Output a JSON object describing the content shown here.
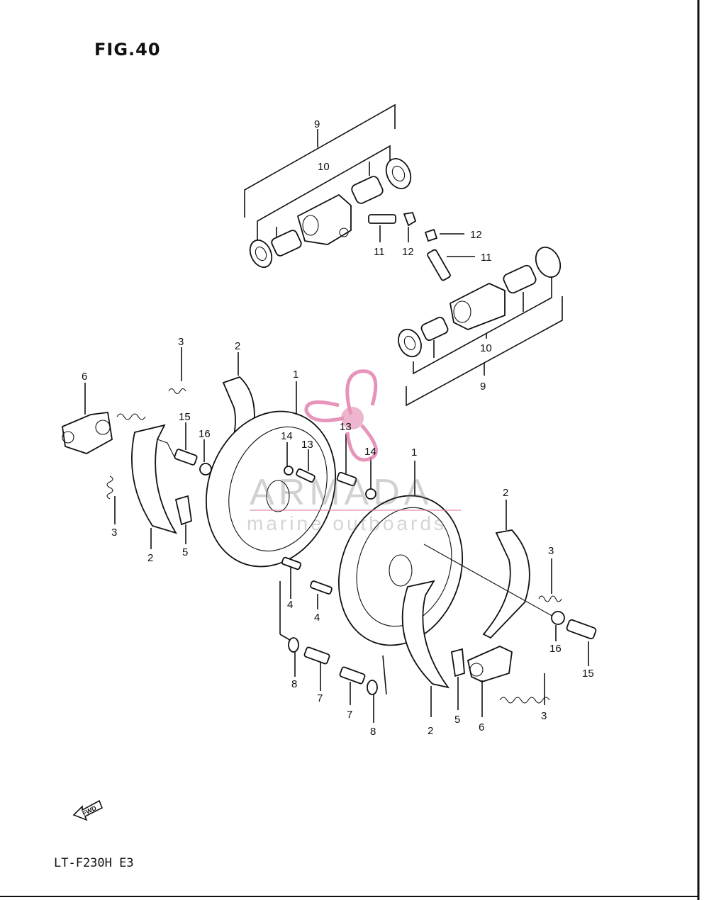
{
  "figure": {
    "title": "FIG.40",
    "model_code": "LT-F230H E3",
    "fwd_label": "FWD"
  },
  "watermark": {
    "brand": "ARMADA",
    "tagline": "marine outboards",
    "logo_color": "#e07aa8"
  },
  "callouts": [
    {
      "id": "c9-top",
      "text": "9"
    },
    {
      "id": "c10-top",
      "text": "10"
    },
    {
      "id": "c11-top",
      "text": "11"
    },
    {
      "id": "c12-top",
      "text": "12"
    },
    {
      "id": "c12-right",
      "text": "12"
    },
    {
      "id": "c11-right",
      "text": "11"
    },
    {
      "id": "c10-right",
      "text": "10"
    },
    {
      "id": "c9-right",
      "text": "9"
    },
    {
      "id": "c6-left",
      "text": "6"
    },
    {
      "id": "c3-left-top",
      "text": "3"
    },
    {
      "id": "c2-left-top",
      "text": "2"
    },
    {
      "id": "c1-left",
      "text": "1"
    },
    {
      "id": "c15-left",
      "text": "15"
    },
    {
      "id": "c16-left",
      "text": "16"
    },
    {
      "id": "c14-left",
      "text": "14"
    },
    {
      "id": "c13-left",
      "text": "13"
    },
    {
      "id": "c13-mid",
      "text": "13"
    },
    {
      "id": "c14-mid",
      "text": "14"
    },
    {
      "id": "c3-left-bottom",
      "text": "3"
    },
    {
      "id": "c2-left-bottom",
      "text": "2"
    },
    {
      "id": "c5-left",
      "text": "5"
    },
    {
      "id": "c4-a",
      "text": "4"
    },
    {
      "id": "c4-b",
      "text": "4"
    },
    {
      "id": "c1-right",
      "text": "1"
    },
    {
      "id": "c2-right-top",
      "text": "2"
    },
    {
      "id": "c3-right-top",
      "text": "3"
    },
    {
      "id": "c16-right",
      "text": "16"
    },
    {
      "id": "c15-right",
      "text": "15"
    },
    {
      "id": "c8-a",
      "text": "8"
    },
    {
      "id": "c7-a",
      "text": "7"
    },
    {
      "id": "c7-b",
      "text": "7"
    },
    {
      "id": "c8-b",
      "text": "8"
    },
    {
      "id": "c2-right-bottom",
      "text": "2"
    },
    {
      "id": "c5-right",
      "text": "5"
    },
    {
      "id": "c6-right",
      "text": "6"
    },
    {
      "id": "c3-right-bottom",
      "text": "3"
    }
  ]
}
